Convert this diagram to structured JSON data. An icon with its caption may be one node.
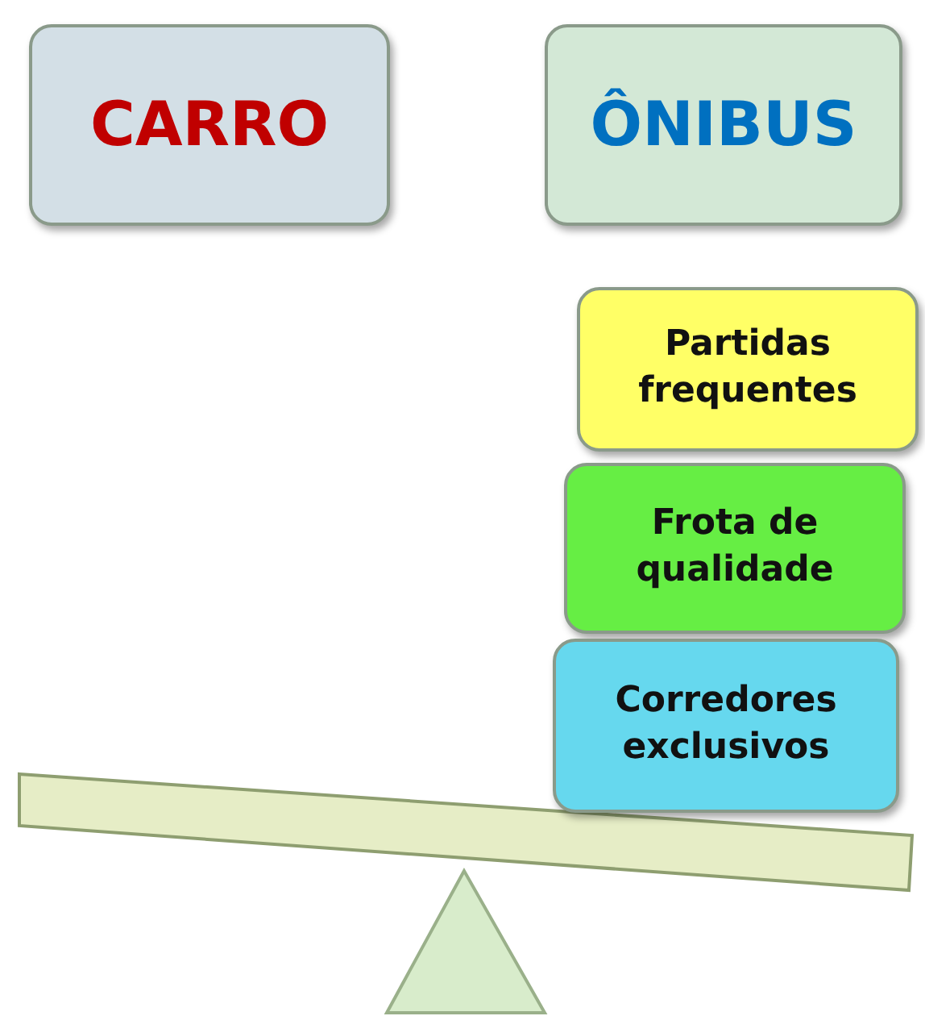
{
  "diagram": {
    "nodes": [
      {
        "text": [
          "CARRO"
        ]
      },
      {
        "text": [
          "ÔNIBUS"
        ]
      },
      {
        "text": [
          "Partidas frequentes"
        ]
      },
      {
        "text": [
          "Frota de qualidade"
        ]
      },
      {
        "text": [
          "Corredores exclusivos"
        ]
      }
    ]
  }
}
